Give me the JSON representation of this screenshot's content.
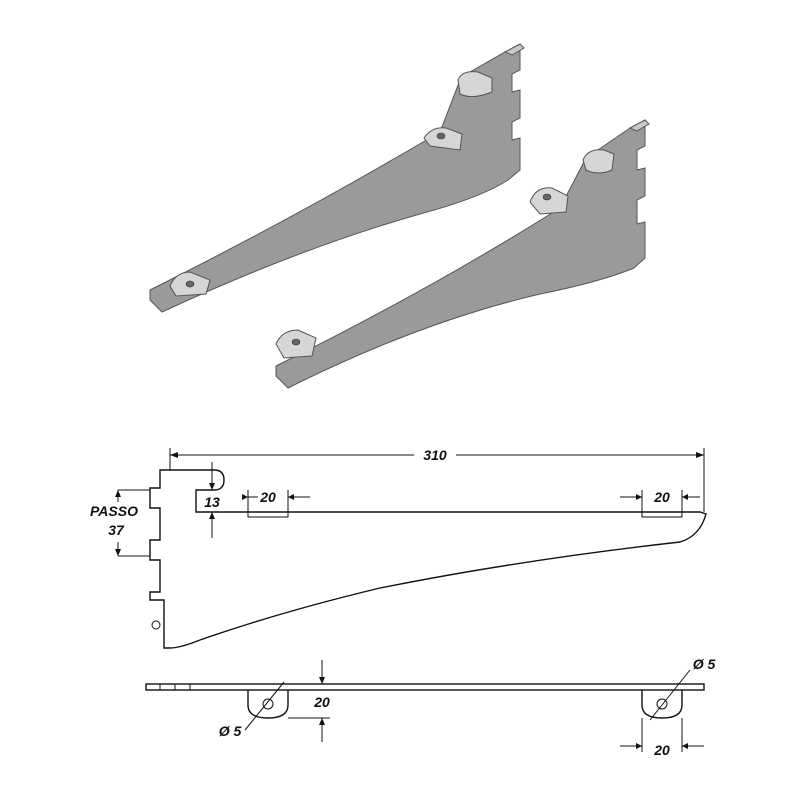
{
  "drawing": {
    "dimensions": {
      "overall_length": "310",
      "tab_width_left": "20",
      "tab_width_right": "20",
      "slot_height": "13",
      "pitch_label": "PASSO",
      "pitch_value": "37",
      "tab_height": "20",
      "hole_diameter_left": "Ø 5",
      "hole_diameter_right": "Ø 5",
      "tab_width_bottom": "20"
    },
    "colors": {
      "part_fill": "#9a9a9a",
      "part_light": "#d6d6d6",
      "line": "#111111"
    }
  }
}
